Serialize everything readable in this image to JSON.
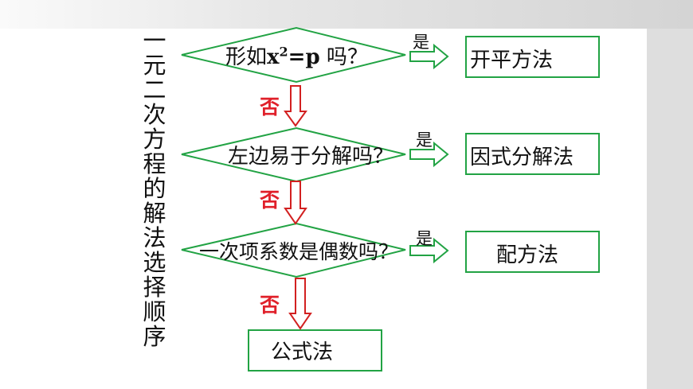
{
  "title_chars": [
    "一",
    "元",
    "二",
    "次",
    "方",
    "程",
    "的",
    "解",
    "法",
    "选",
    "择",
    "顺",
    "序"
  ],
  "decisions": [
    {
      "pre": "形如",
      "var": "x",
      "sup": "2",
      "eq": "=",
      "p": "p",
      "post": " 吗？"
    },
    {
      "text": "左边易于分解吗？"
    },
    {
      "text": "一次项系数是偶数吗？"
    }
  ],
  "yes_label": "是",
  "no_label": "否",
  "results": [
    "开平方法",
    "因式分解法",
    "配方法",
    "公式法"
  ],
  "colors": {
    "green": "#22a344",
    "red": "#d22020",
    "no_text": "#e0202a"
  }
}
